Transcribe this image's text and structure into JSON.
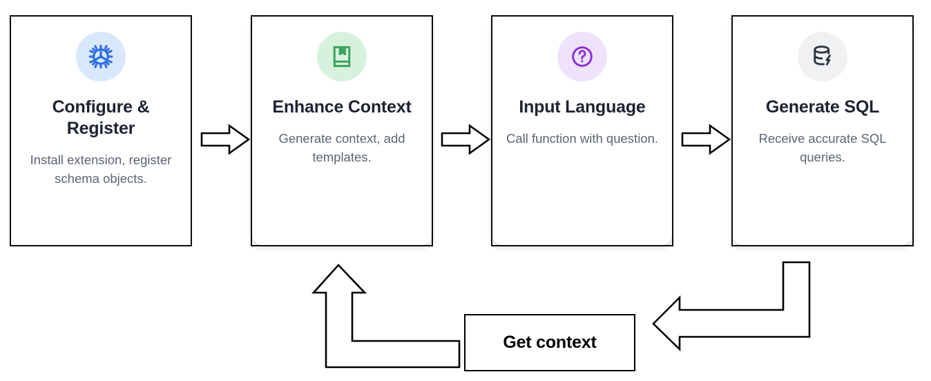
{
  "diagram": {
    "type": "flow-diagram",
    "title_visible": false,
    "background": "#ffffff",
    "steps": [
      {
        "index": 1,
        "title": "Configure & Register",
        "description": "Install extension, register schema objects.",
        "icon": "gear-icon",
        "icon_color": "#2f6ee0",
        "icon_bg": "#d9e7fb",
        "rounded": false
      },
      {
        "index": 2,
        "title": "Enhance Context",
        "description": "Generate context, add templates.",
        "icon": "book-bookmark-icon",
        "icon_color": "#3da35d",
        "icon_bg": "#d6f2dd",
        "rounded": true
      },
      {
        "index": 3,
        "title": "Input Language",
        "description": "Call function with question.",
        "icon": "question-mark-circle-icon",
        "icon_color": "#8b2fd6",
        "icon_bg": "#efe2fb",
        "rounded": true
      },
      {
        "index": 4,
        "title": "Generate SQL",
        "description": "Receive accurate SQL queries.",
        "icon": "database-bolt-icon",
        "icon_color": "#2b3544",
        "icon_bg": "#f0f1f3",
        "rounded": true
      }
    ],
    "connectors": [
      {
        "name": "arrow-step1-to-step2",
        "direction": "right"
      },
      {
        "name": "arrow-step2-to-step3",
        "direction": "right"
      },
      {
        "name": "arrow-step3-to-step4",
        "direction": "right"
      }
    ],
    "feedback_loop": {
      "box_label": "Get context",
      "return_arrow_name": "arrow-feedback-up-to-enhance-context",
      "source_arrow_name": "arrow-feedback-left-from-generate-sql",
      "return_direction": "up",
      "source_direction": "left"
    },
    "colors": {
      "border": "#0b0b0d",
      "title_text": "#1d2333",
      "body_text": "#5b6573",
      "label_text": "#000000"
    }
  }
}
